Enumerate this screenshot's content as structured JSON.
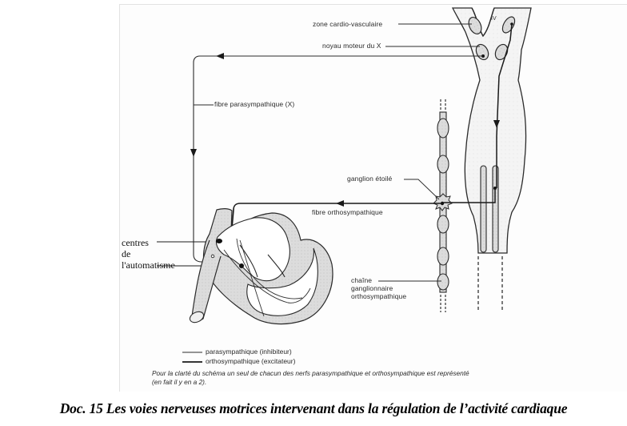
{
  "figure": {
    "labels": {
      "zone_cardio": "zone cardio-vasculaire",
      "noyau_moteur": "noyau moteur du X",
      "ventricle_iv": "IV",
      "fibre_para": "fibre parasympathique (X)",
      "ganglion_etoile": "ganglion étoilé",
      "fibre_ortho": "fibre orthosympathique",
      "centres_line1": "centres",
      "centres_line2": "de",
      "centres_line3": "l'automatisme",
      "chaine_line1": "chaîne",
      "chaine_line2": "ganglionnaire",
      "chaine_line3": "orthosympathique"
    },
    "legend": {
      "para": "parasympathique (inhibiteur)",
      "ortho": "orthosympathique (excitateur)"
    },
    "note": {
      "line1": "Pour la clarté du schéma un seul de chacun des nerfs parasympathique et orthosympathique est représenté",
      "line2": "(en fait il y en a 2)."
    },
    "colors": {
      "ink": "#2a2a2a",
      "fill": "#d9d9d9"
    }
  },
  "caption": "Doc.  15   Les voies nerveuses motrices intervenant dans la régulation de l’activité cardiaque"
}
